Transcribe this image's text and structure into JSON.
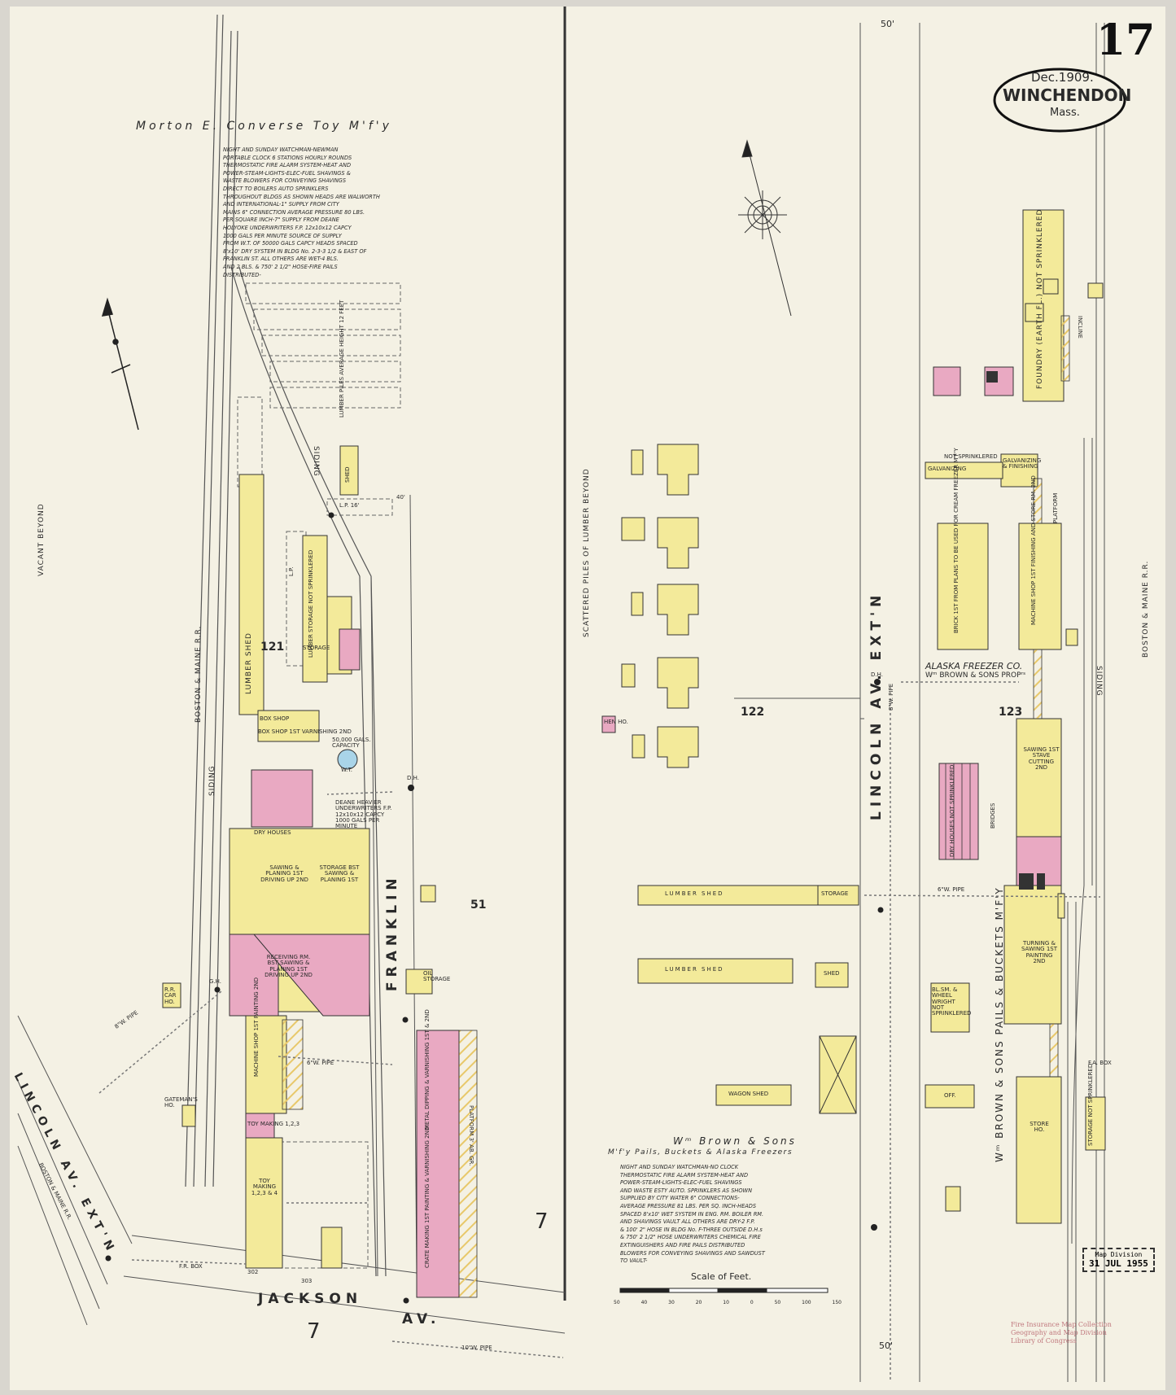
{
  "sheet": {
    "number": "17",
    "title": {
      "date": "Dec.1909.",
      "town": "WINCHENDON",
      "state": "Mass."
    },
    "stamp": {
      "line1": "Map Division",
      "line2": "31 JUL 1955"
    },
    "credit": [
      "Fire Insurance Map Collection",
      "Geography and Map Division",
      "Library of Congress"
    ],
    "scale": {
      "caption": "Scale of Feet.",
      "ticks": [
        "50",
        "40",
        "30",
        "20",
        "10",
        "0",
        "50",
        "100",
        "150"
      ]
    },
    "street_width_top": "50'",
    "street_width_bottom": "50'"
  },
  "left_plan": {
    "title": "Morton E. Converse Toy M'f'y",
    "notes": "NIGHT AND SUNDAY WATCHMAN-NEWMAN\nPORTABLE CLOCK 6 STATIONS HOURLY ROUNDS\nTHERMOSTATIC FIRE ALARM SYSTEM-HEAT AND\nPOWER-STEAM-LIGHTS-ELEC-FUEL SHAVINGS &\nWASTE BLOWERS FOR CONVEYING SHAVINGS\nDIRECT TO BOILERS AUTO SPRINKLERS\nTHROUGHOUT BLDGS AS SHOWN HEADS ARE WALWORTH\nAND INTERNATIONAL-1\" SUPPLY FROM CITY\nMAINS 6\" CONNECTION AVERAGE PRESSURE 80 LBS.\nPER SQUARE INCH-7\" SUPPLY FROM DEANE\nHOLYOKE UNDERWRITERS F.P. 12x10x12 CAPCY\n1000 GALS PER MINUTE SOURCE OF SUPPLY\nFROM W.T. OF 50000 GALS CAPCY HEADS SPACED\n8'x10' DRY SYSTEM IN BLDG No. 2-3-3 1/2 & EAST OF\nFRANKLIN ST. ALL OTHERS ARE WET-4 BLS.\nAND 2 BLS. & 750' 2 1/2\" HOSE-FIRE PAILS\nDISTRIBUTED-",
    "labels": {
      "vacant": "VACANT BEYOND",
      "rr": "BOSTON & MAINE R.R.",
      "rr2": "BOSTON & MAINE R.R.",
      "siding": "SIDING",
      "siding2": "SIDING",
      "lumber_shed": "LUMBER SHED",
      "lumber_storage": "LUMBER STORAGE NOT SPRINKLERED",
      "lumber_piles": "LUMBER PILES AVERAGE HEIGHT 12 FEET",
      "shed": "SHED",
      "lp": "L.P.",
      "lp16": "L.P. 16'",
      "box_shop": "BOX SHOP",
      "box_shop2": "BOX SHOP 1ST VARNISHING 2ND",
      "storage": "STORAGE",
      "wt": "W.T.",
      "wt_cap": "50,000 GALS. CAPACITY",
      "pump": "DEANE HEAVIER UNDERWRITERS F.P. 12x10x12 CAPCY 1000 GALS PER MINUTE",
      "dry_houses": "DRY HOUSES",
      "saw1": "SAWING & PLANING 1ST DRIVING UP 2ND",
      "saw2": "STORAGE BST SAWING & PLANING 1ST",
      "receiving": "RECEIVING RM. BST SAWING & PLANING 1ST DRIVING UP 2ND",
      "machine": "MACHINE SHOP 1ST PAINTING 2ND",
      "toy_making": "TOY MAKING 1,2,3 & 4",
      "toy_making2": "TOY MAKING 1,2,3",
      "dipping": "METAL DIPPING & VARNISHING 1ST & 2ND",
      "crate": "CRATE MAKING 1ST PAINTING & VARNISHING 2ND",
      "platform": "PLATFORM 3' AB. GR.",
      "oil": "OIL STORAGE",
      "gatemans": "GATEMAN'S HO.",
      "rr_car": "R.R. CAR HO.",
      "franklin": "FRANKLIN",
      "jackson": "JACKSON",
      "av": "AV.",
      "lincoln": "LINCOLN AV. EXT'N",
      "block121": "121",
      "block51": "51",
      "num7a": "7",
      "num7b": "7",
      "num302": "302",
      "num303": "303",
      "fr_box": "F.R. BOX",
      "pipe8": "8\"W. PIPE",
      "pipe6": "6\"W. PIPE",
      "pipe10": "10\"W. PIPE",
      "dh": "D.H.",
      "gh": "G.H.",
      "grade40": "40'"
    }
  },
  "right_plan": {
    "title": "Wᵐ Brown & Sons",
    "subtitle": "M'f'y Pails, Buckets & Alaska Freezers",
    "notes": "NIGHT AND SUNDAY WATCHMAN-NO CLOCK\nTHERMOSTATIC FIRE ALARM SYSTEM-HEAT AND\nPOWER-STEAM-LIGHTS-ELEC-FUEL SHAVINGS\nAND WASTE ESTY AUTO. SPRINKLERS AS SHOWN\nSUPPLIED BY CITY WATER 6\" CONNECTIONS-\nAVERAGE PRESSURE 81 LBS. PER SQ. INCH-HEADS\nSPACED 8'x10' WET SYSTEM IN ENG. RM. BOILER RM.\nAND SHAVINGS VAULT ALL OTHERS ARE DRY-2 F.P.\n& 100' 2\" HOSE IN BLDG No. F-THREE OUTSIDE D.H.s\n& 750' 2 1/2\" HOSE UNDERWRITERS CHEMICAL FIRE\nEXTINGUISHERS AND FIRE PAILS DISTRIBUTED\nBLOWERS FOR CONVEYING SHAVINGS AND SAWDUST\nTO VAULT-",
    "labels": {
      "scattered": "SCATTERED PILES OF LUMBER BEYOND",
      "lincoln": "LINCOLN AV. EXT'N",
      "foundry": "FOUNDRY (EARTH FL.) NOT SPRINKLERED",
      "galvanizing": "GALVANIZING",
      "galv_fin": "GALVANIZING & FINISHING",
      "sprinkled": "NOT SPRINKLERED",
      "brick": "BRICK 1ST FROM PLANS TO BE USED FOR CREAM FREEZER M'F'Y",
      "machine": "MACHINE SHOP 1ST FINISHING AND STORE RM. 2ND",
      "alaska": "ALASKA FREEZER CO.",
      "props": "Wᵐ BROWN & SONS PROPʳˢ",
      "sawing": "SAWING 1ST STAVE CUTTING 2ND",
      "dry": "DRY HOUSES NOT SPRINKLERED",
      "turning": "TURNING & SAWING 1ST PAINTING 2ND",
      "pails": "Wᵐ BROWN & SONS PAILS & BUCKETS M'F'Y",
      "lumber_shed": "LUMBER SHED",
      "lumber_shed2": "LUMBER SHED",
      "storage": "STORAGE",
      "shed": "SHED",
      "wagon_shed": "WAGON SHED",
      "blacksmith": "BL.SM. & WHEEL WRIGHT NOT SPRINKLERED",
      "store": "STORE HO.",
      "storage_spr": "STORAGE NOT SPRINKLERED",
      "incline": "INCLINE",
      "siding": "SIDING",
      "platform": "PLATFORM",
      "rr": "BOSTON & MAINE R.R.",
      "block122": "122",
      "block123": "123",
      "pipe8": "8\"W. PIPE",
      "pipe6": "6\"W. PIPE",
      "fa_box": "F.A. BOX",
      "dh": "D.H.",
      "off": "OFF.",
      "bridges": "BRIDGES",
      "hen": "HEN HO."
    }
  },
  "colors": {
    "paper": "#f4f1e4",
    "frame": "#d9d6cf",
    "yellow": "#f3ea9a",
    "pink": "#e9a9c2",
    "ink": "#2a2a2a",
    "water": "#a9d4e8"
  }
}
